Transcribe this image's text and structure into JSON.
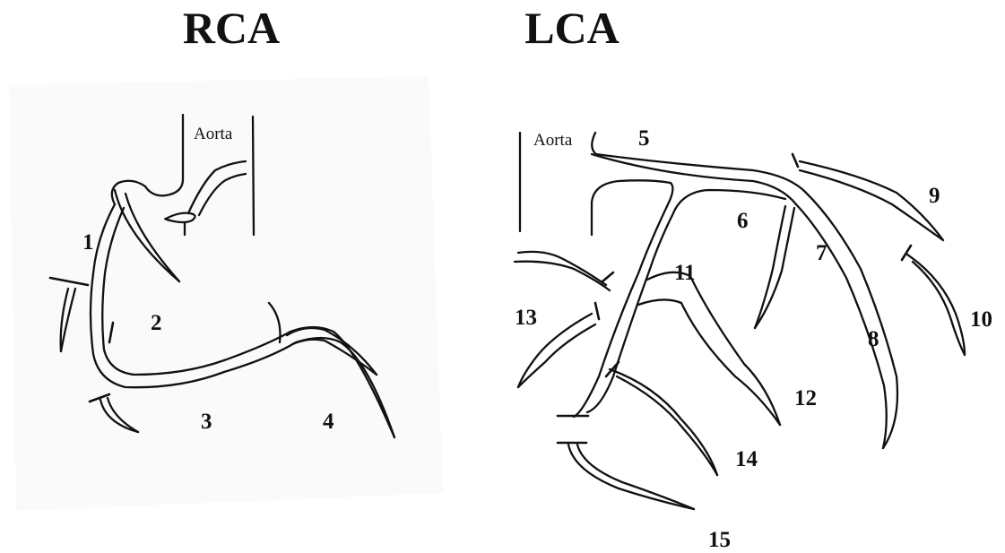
{
  "titles": {
    "rca": "RCA",
    "lca": "LCA"
  },
  "aorta_labels": {
    "rca": "Aorta",
    "lca": "Aorta"
  },
  "rca_segments": {
    "s1": "1",
    "s2": "2",
    "s3": "3",
    "s4": "4"
  },
  "lca_segments": {
    "s5": "5",
    "s6": "6",
    "s7": "7",
    "s8": "8",
    "s9": "9",
    "s10": "10",
    "s11": "11",
    "s12": "12",
    "s13": "13",
    "s14": "14",
    "s15": "15"
  }
}
